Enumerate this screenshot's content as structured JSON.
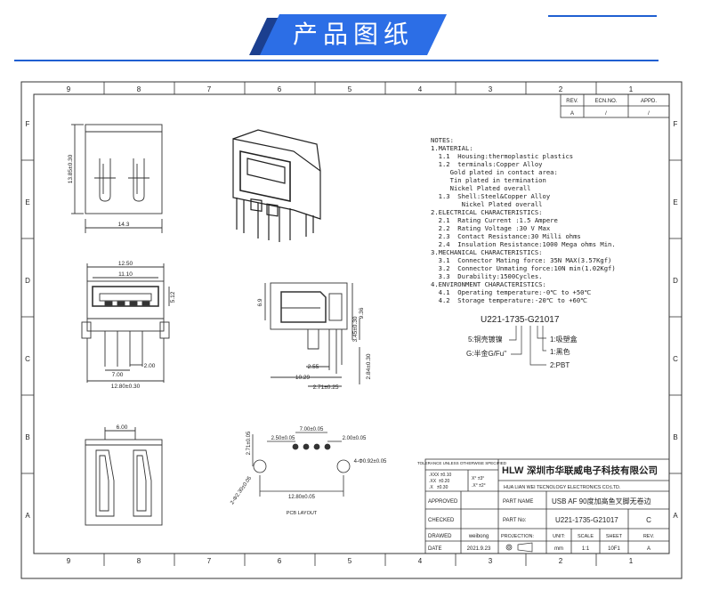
{
  "banner": {
    "title": "产品图纸"
  },
  "grid": {
    "columns": [
      "9",
      "8",
      "7",
      "6",
      "5",
      "4",
      "3",
      "2",
      "1"
    ],
    "rows": [
      "F",
      "E",
      "D",
      "C",
      "B",
      "A"
    ]
  },
  "revision": {
    "headers": [
      "REV.",
      "ECN.NO.",
      "APPD."
    ],
    "row": [
      "A",
      "/",
      "/"
    ]
  },
  "notes": [
    "NOTES:",
    "1.MATERIAL:",
    "  1.1  Housing:thermoplastic plastics",
    "  1.2  terminals:Copper Alloy",
    "     Gold plated in contact area:",
    "     Tin plated in termination",
    "     Nickel Plated overall",
    "  1.3  Shell:Steel&Copper Alloy",
    "        Nickel Plated overall",
    "2.ELECTRICAL CHARACTERISTICS:",
    "  2.1  Rating Current :1.5 Ampere",
    "  2.2  Rating Voltage :30 V Max",
    "  2.3  Contact Resistance:30 Milli ohms",
    "  2.4  Insulation Resistance:1000 Mega ohms Min.",
    "3.MECHANICAL CHARACTERISTICS:",
    "  3.1  Connector Mating force: 35N MAX(3.57Kgf)",
    "  3.2  Connector Unmating force:10N min(1.02Kgf)",
    "  3.3  Durability:1500Cycles.",
    "4.ENVIRONMENT CHARACTERISTICS:",
    "  4.1  Operating temperature:-0℃ to +50℃",
    "  4.2  Storage temperature:-20℃ to +60℃"
  ],
  "part_code": {
    "code": "U221-1735-G21017",
    "callouts": [
      "5:铜壳镀镍",
      "G:半金G/Fu\"",
      "1:吸塑盒",
      "1:黑色",
      "2:PBT"
    ]
  },
  "dimensions": {
    "top_view": [
      "13.85±0.30",
      "14.3"
    ],
    "front_view": [
      "12.50",
      "11.10",
      "5.12",
      "7.00",
      "2.00",
      "12.80±0.30"
    ],
    "side_view": [
      "6.9",
      "9.36",
      "3.45±0.30",
      "2.55",
      "10.29",
      "2.71±0.25",
      "2.84±0.30"
    ],
    "bottom_view": [
      "6.00"
    ],
    "pcb_layout": [
      "7.00±0.05",
      "2.50±0.05",
      "2.00±0.05",
      "2.71±0.05",
      "4-Φ0.92±0.05",
      "2-Φ2.30±0.05",
      "12.80±0.05"
    ],
    "pcb_label": "PCB LAYOUT"
  },
  "title_block": {
    "tolerance_title": "TOLERANCE UNLESS OTHERWISE SPECIFIED",
    "tolerances": [
      ".XXX ±0.10",
      ".XX  ±0.20",
      ".X   ±0.30"
    ],
    "angle_tol": [
      "X° ±3°",
      ".X° ±2°"
    ],
    "logo": "HLW",
    "company_cn": "深圳市华联威电子科技有限公司",
    "company_en": "HUA LIAN WEI TECNOLOGY ELECTRONICS CO;LTD.",
    "labels": {
      "approved": "APPROVED",
      "checked": "CHECKED",
      "drawed": "DRAWED",
      "date": "DATE",
      "part_name": "PART NAME",
      "part_no": "PART No:",
      "projection": "PROJECTION:",
      "unit": "UNIT:",
      "scale": "SCALE",
      "sheet": "SHEET",
      "rev": "REV."
    },
    "drawer": "weibong",
    "date_value": "2021.9.23",
    "part_name_value": "USB AF 90度加高鱼叉脚无卷边",
    "part_no_value": "U221-1735-G21017",
    "part_no_rev": "C",
    "unit_value": "mm",
    "scale_value": "1:1",
    "sheet_value": "10F1",
    "rev_value": "A"
  }
}
